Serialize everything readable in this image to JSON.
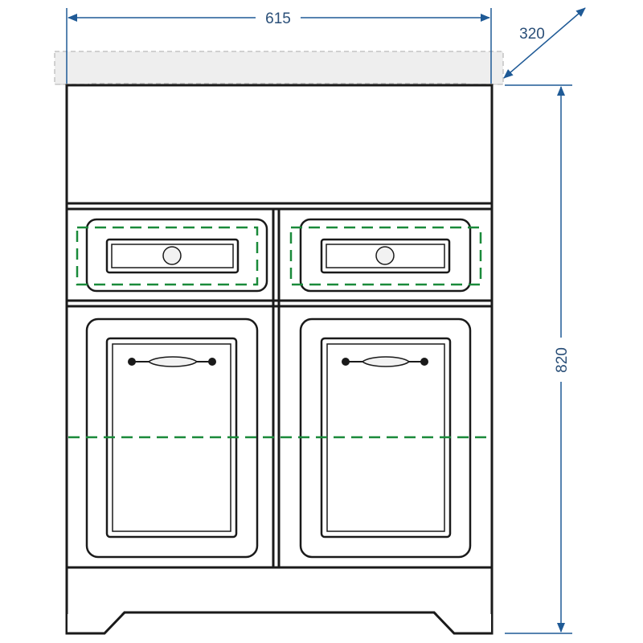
{
  "dimensions": {
    "width": "615",
    "depth": "320",
    "height": "820"
  },
  "colors": {
    "dimension_line": "#1f5a96",
    "dimension_text": "#2a4f78",
    "outline": "#1a1a1a",
    "basin_fill": "#eeeeee",
    "basin_dash": "#bdbdbd",
    "guide_dash": "#1a8a3a",
    "handle_fill": "#f2f2f2"
  }
}
